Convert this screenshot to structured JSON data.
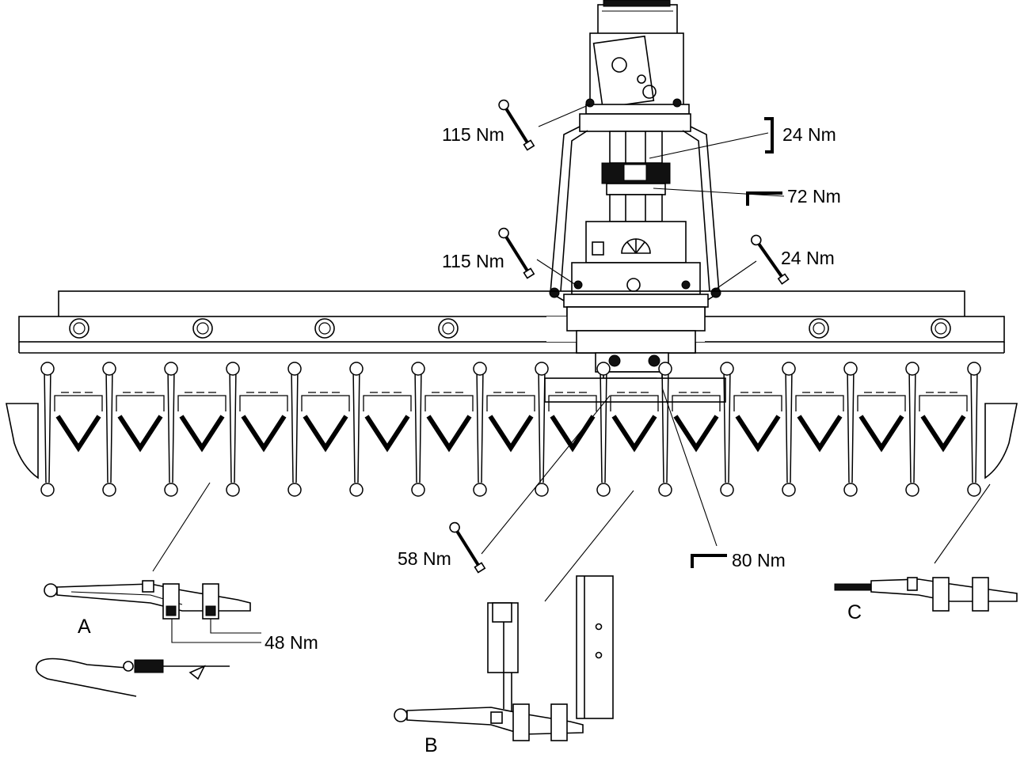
{
  "torque_labels": {
    "motor_bolts": "115 Nm",
    "shaft_screw": "24 Nm",
    "coupling_screw": "72 Nm",
    "gearbox_bolts": "115 Nm",
    "gearbox_side": "24 Nm",
    "knife_drive": "58 Nm",
    "drive_head": "80 Nm",
    "guard_bolts": "48 Nm"
  },
  "detail_labels": {
    "a": "A",
    "b": "B",
    "c": "C"
  },
  "icons": [
    "open-end-wrench-icon",
    "hex-key-icon"
  ],
  "colors": {
    "line": "#000000",
    "background": "#ffffff"
  }
}
